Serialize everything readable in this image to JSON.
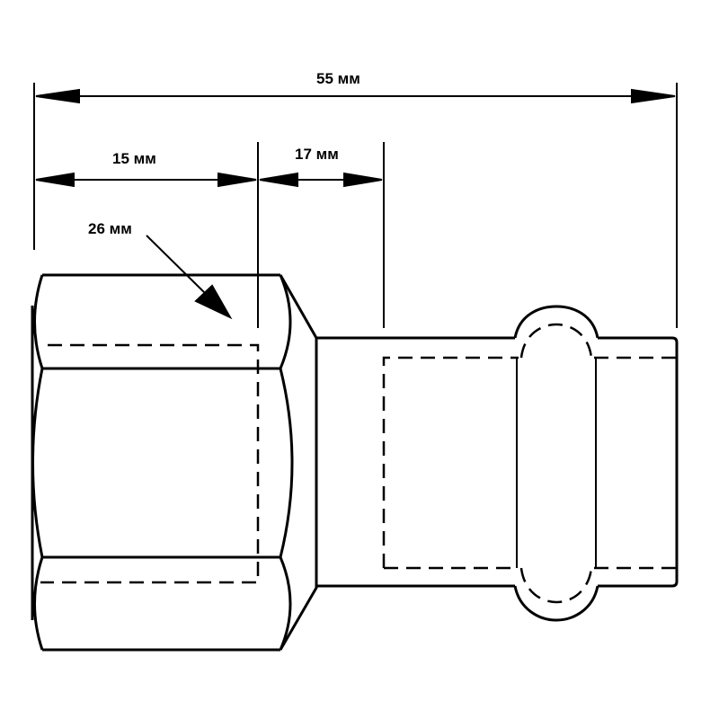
{
  "dimensions": {
    "total_length": "55 мм",
    "nut_length": "15 мм",
    "body_length": "17 мм",
    "nut_size": "26 мм"
  },
  "colors": {
    "line": "#000000",
    "background": "#ffffff"
  }
}
